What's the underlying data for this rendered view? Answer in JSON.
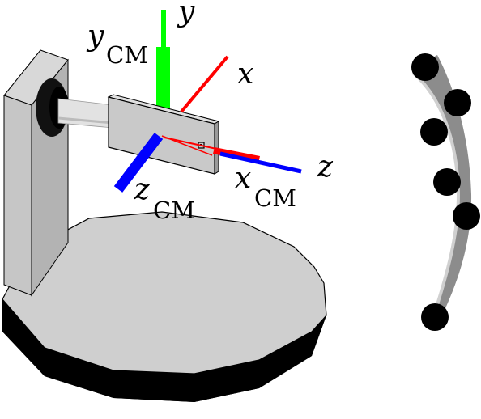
{
  "labels": {
    "y": "y",
    "y_cm_main": "y",
    "y_cm_sub": "CM",
    "x": "x",
    "x_cm_main": "x",
    "x_cm_sub": "CM",
    "z": "z",
    "z_cm_main": "z",
    "z_cm_sub": "CM"
  },
  "colors": {
    "y_axis": "#00ff00",
    "x_axis": "#ff0000",
    "z_axis": "#0000ff",
    "body_light": "#d0d0d0",
    "body_mid": "#bdbdbd",
    "body_dark": "#000000",
    "marker": "#000000",
    "strip": "#8c8c8c"
  },
  "icons": {
    "rig": "pendulum-rig-icon",
    "strip": "flexible-strip-icon"
  }
}
